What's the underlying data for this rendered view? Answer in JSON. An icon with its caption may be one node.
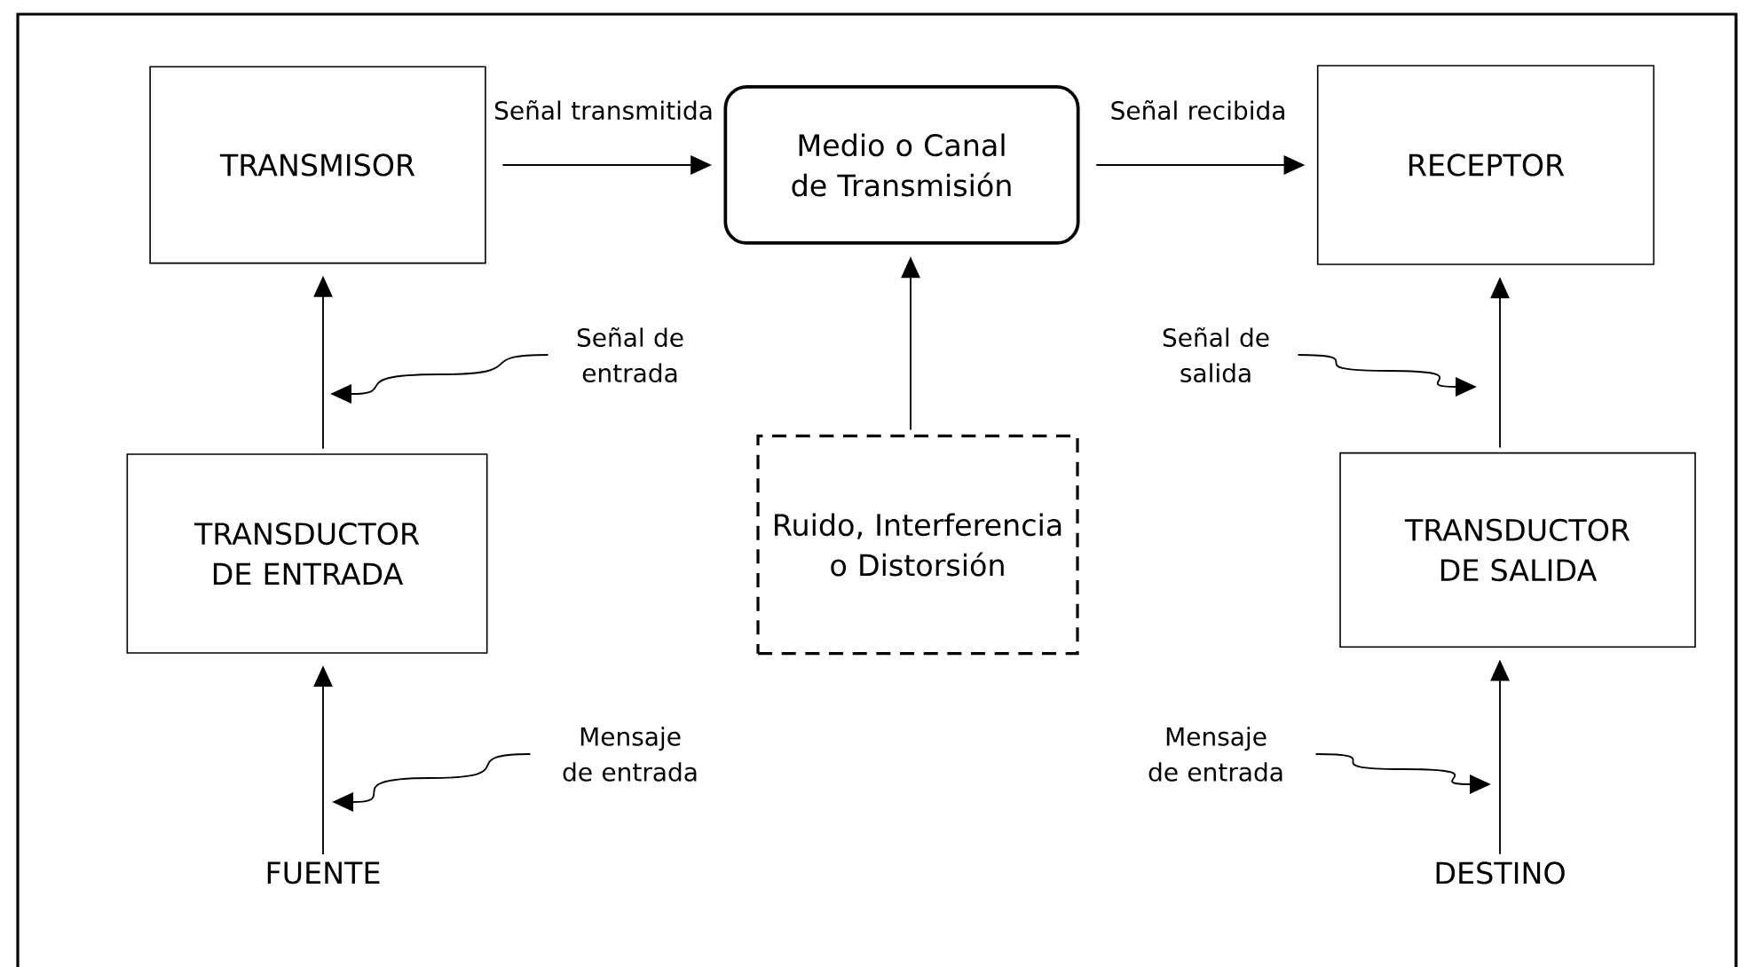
{
  "diagram": {
    "nodes": [
      {
        "text": [
          "TRANSMISOR"
        ]
      },
      {
        "text": [
          "Medio o Canal de Transmisión"
        ]
      },
      {
        "text": [
          "RECEPTOR"
        ]
      },
      {
        "text": [
          "Señal de entrada"
        ]
      },
      {
        "text": [
          "Señal de salida"
        ]
      },
      {
        "text": [
          "TRANSDUCTOR DE ENTRADA"
        ]
      },
      {
        "text": [
          "Ruido, Interferencia o Distorsión"
        ]
      },
      {
        "text": [
          "TRANSDUCTOR DE SALIDA"
        ]
      },
      {
        "text": [
          "Mensaje de entrada"
        ]
      },
      {
        "text": [
          "Mensaje de entrada"
        ]
      },
      {
        "text": [
          "FUENTE"
        ]
      },
      {
        "text": [
          "DESTINO"
        ]
      }
    ],
    "edges": [
      {
        "from": 0,
        "to": 1,
        "arrow": "to",
        "label": "Señal transmitida"
      },
      {
        "from": 1,
        "to": 2,
        "arrow": "to",
        "label": "Señal recibida"
      },
      {
        "from": 5,
        "to": 0,
        "arrow": "to"
      },
      {
        "from": 6,
        "to": 1,
        "arrow": "to"
      },
      {
        "from": 7,
        "to": 2,
        "arrow": "to"
      },
      {
        "from": 10,
        "to": 5,
        "arrow": "to"
      },
      {
        "from": 11,
        "to": 7,
        "arrow": "to"
      },
      {
        "from": 3,
        "to": null,
        "arrow": "to"
      },
      {
        "from": 4,
        "to": null,
        "arrow": "to"
      },
      {
        "from": 8,
        "to": null,
        "arrow": "to"
      },
      {
        "from": 9,
        "to": null,
        "arrow": "to"
      }
    ]
  }
}
